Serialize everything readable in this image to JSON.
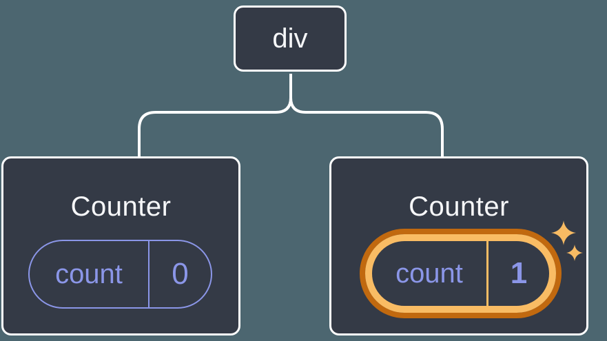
{
  "diagram": {
    "root": {
      "label": "div"
    },
    "children": [
      {
        "title": "Counter",
        "state": {
          "name": "count",
          "value": "0"
        },
        "highlighted": false
      },
      {
        "title": "Counter",
        "state": {
          "name": "count",
          "value": "1"
        },
        "highlighted": true
      }
    ]
  },
  "icons": {
    "sparkle_big": "sparkle-icon",
    "sparkle_small": "sparkle-icon"
  },
  "colors": {
    "background": "#4c6670",
    "card": "#343a46",
    "line": "#ffffff",
    "text": "#f6f7f9",
    "purple": "#8b96e8",
    "orange_dark": "#c1690f",
    "orange_light": "#f9bc64",
    "sparkle": "#f8bb63"
  }
}
